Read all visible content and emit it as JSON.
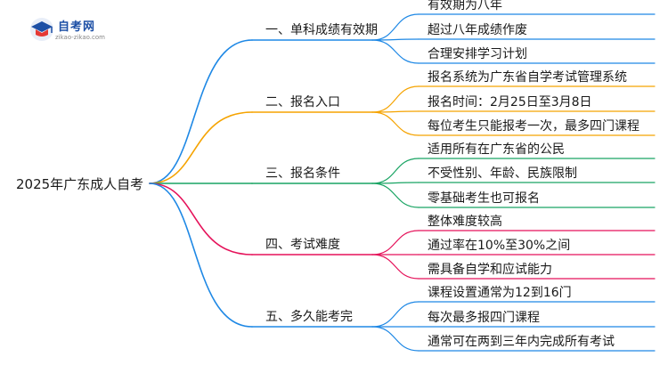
{
  "logo": {
    "name": "自考网",
    "url": "zikao-zikao.com",
    "icon": "graduation-cap-icon"
  },
  "root": {
    "label": "2025年广东成人自考"
  },
  "branches": [
    {
      "label": "一、单科成绩有效期",
      "color": "#1e88e5",
      "leaves": [
        "有效期为八年",
        "超过八年成绩作废",
        "合理安排学习计划"
      ]
    },
    {
      "label": "二、报名入口",
      "color": "#f5a300",
      "leaves": [
        "报名系统为广东省自学考试管理系统",
        "报名时间：2月25日至3月8日",
        "每位考生只能报考一次，最多四门课程"
      ]
    },
    {
      "label": "三、报名条件",
      "color": "#19a463",
      "leaves": [
        "适用所有在广东省的公民",
        "不受性别、年龄、民族限制",
        "零基础考生也可报名"
      ]
    },
    {
      "label": "四、考试难度",
      "color": "#e5125a",
      "leaves": [
        "整体难度较高",
        "通过率在10%至30%之间",
        "需具备自学和应试能力"
      ]
    },
    {
      "label": "五、多久能考完",
      "color": "#1e88e5",
      "leaves": [
        "课程设置通常为12到16门",
        "每次最多报四门课程",
        "通常可在两到三年内完成所有考试"
      ]
    }
  ]
}
